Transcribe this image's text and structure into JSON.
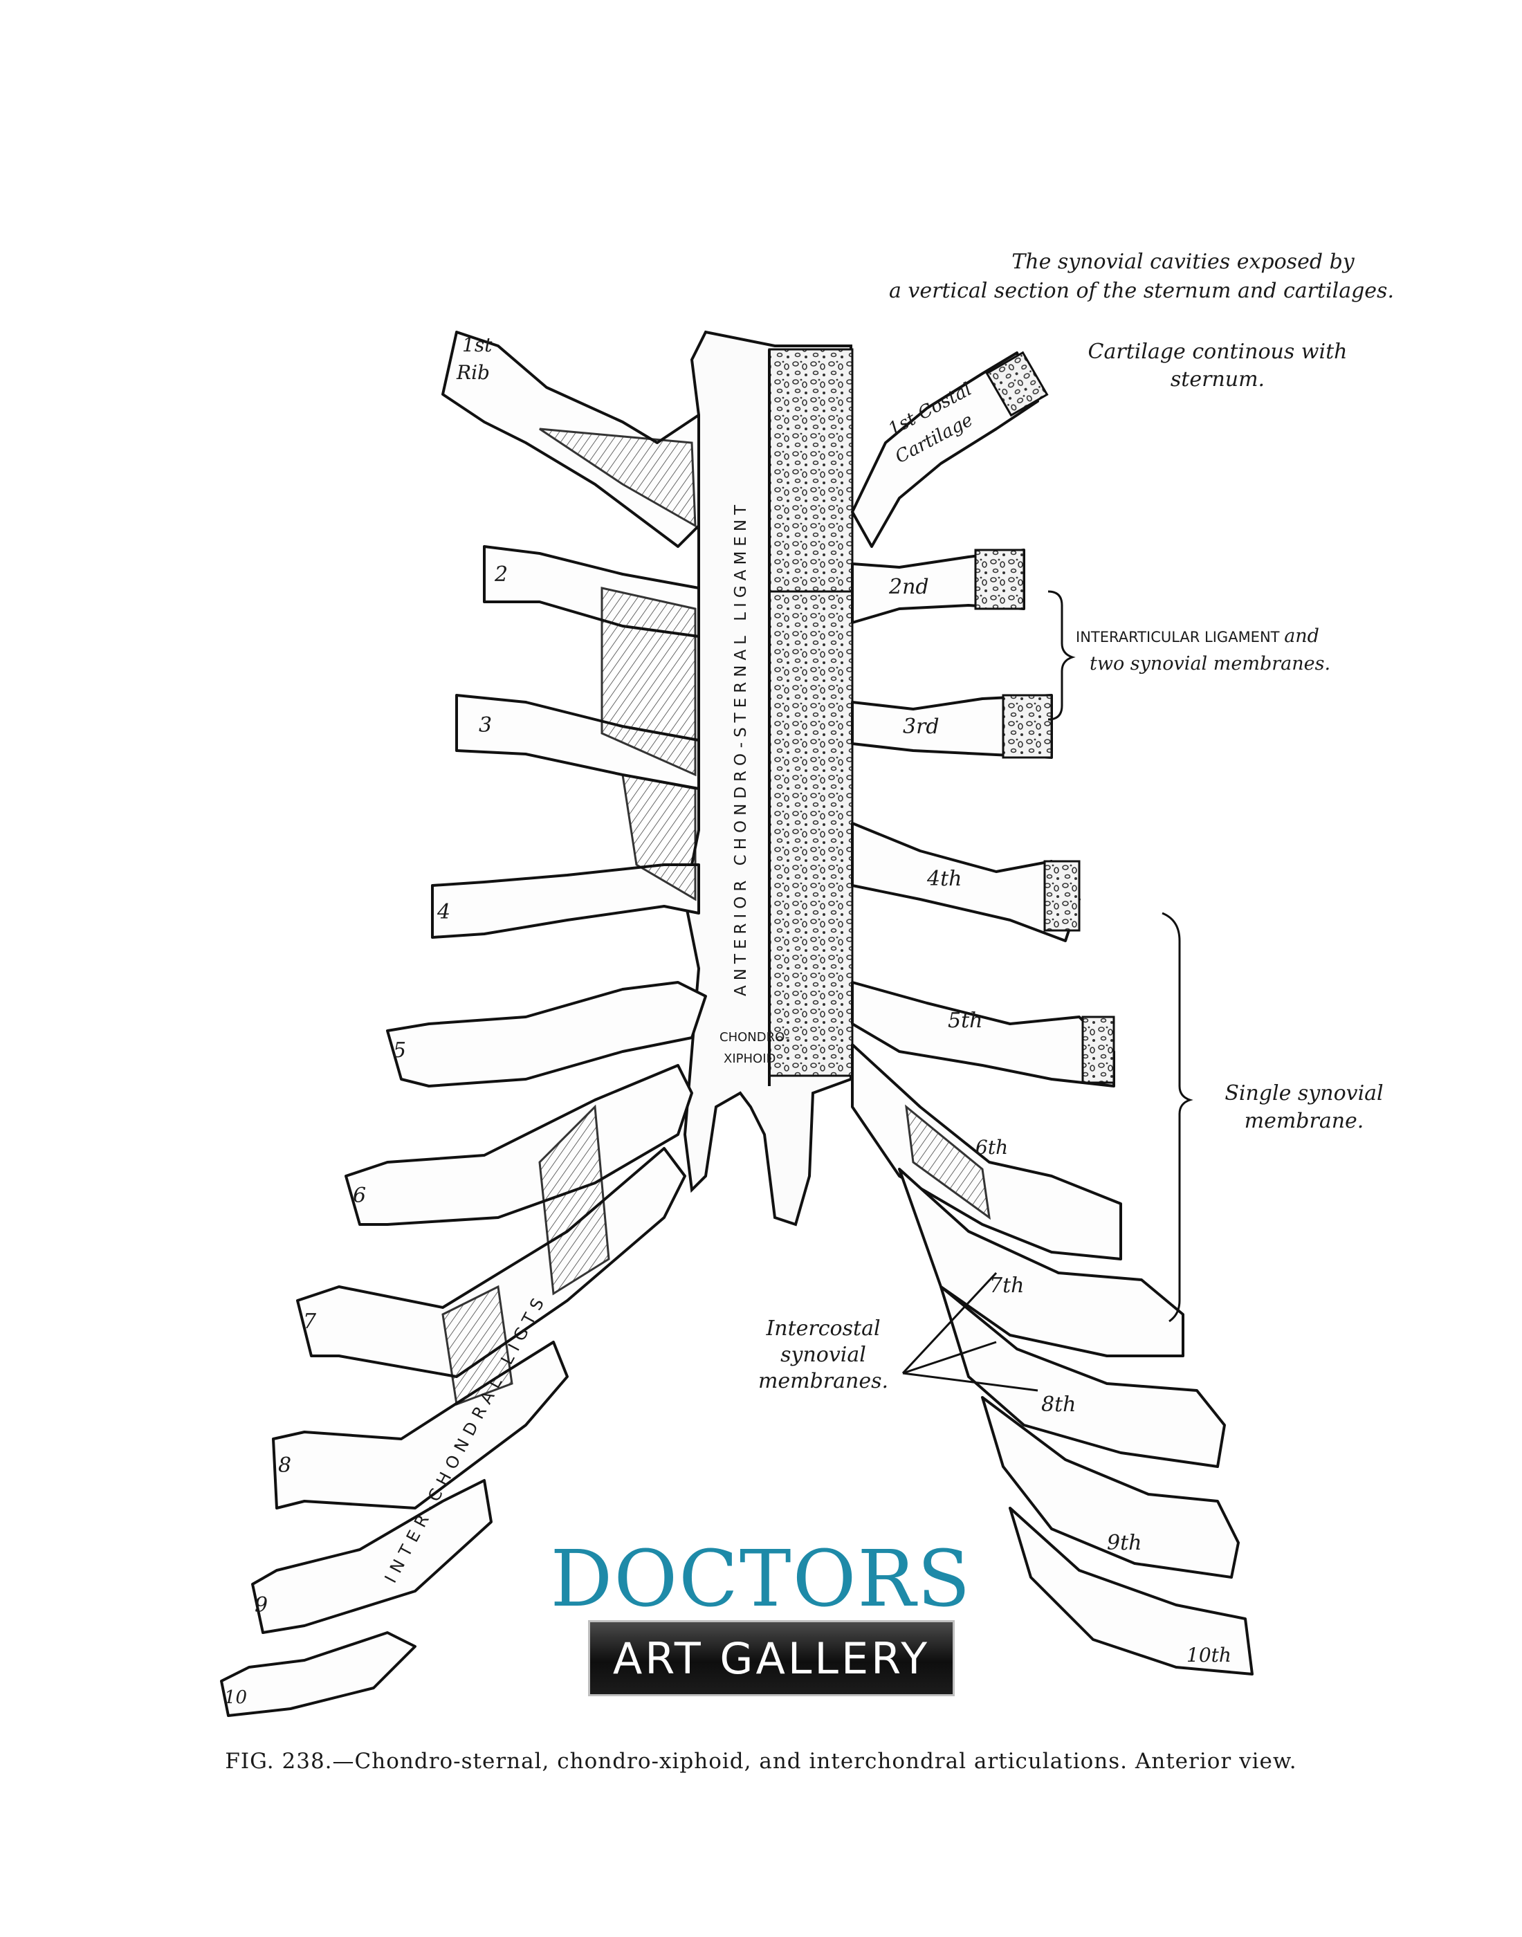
{
  "annotations": {
    "synovial_cavities_line1": "The synovial cavities exposed by",
    "synovial_cavities_line2": "a vertical section of the sternum and cartilages.",
    "cartilage_continuous_line1": "Cartilage continous with",
    "cartilage_continuous_line2": "sternum.",
    "interarticular_line1_caps": "INTERARTICULAR LIGAMENT",
    "interarticular_line1_and": "and",
    "interarticular_line2": "two synovial membranes.",
    "single_synovial_line1": "Single synovial",
    "single_synovial_line2": "membrane.",
    "intercostal_line1": "Intercostal",
    "intercostal_line2": "synovial",
    "intercostal_line3": "membranes."
  },
  "in_figure_labels": {
    "anterior_ligament": "ANTERIOR CHONDRO-STERNAL LIGAMENT",
    "interchondral_ligaments": "INTER-CHONDRAL LIGTS",
    "chondro_xiphoid_1": "CHONDRO-",
    "chondro_xiphoid_2": "XIPHOID",
    "costal_cartilage_1": "1st Costal",
    "costal_cartilage_2": "Cartilage",
    "first_rib_1": "1st",
    "first_rib_2": "Rib",
    "left_numbers": [
      "2",
      "3",
      "4",
      "5",
      "6",
      "7",
      "8",
      "9",
      "10"
    ],
    "right_numbers": [
      "2nd",
      "3rd",
      "4th",
      "5th",
      "6th",
      "7th",
      "8th",
      "9th",
      "10th"
    ]
  },
  "caption": "FIG. 238.—Chondro-sternal, chondro-xiphoid, and interchondral articulations.   Anterior view.",
  "watermark": {
    "top": "DOCTORS",
    "bottom": "ART GALLERY",
    "top_color": "#1e8aa8"
  }
}
